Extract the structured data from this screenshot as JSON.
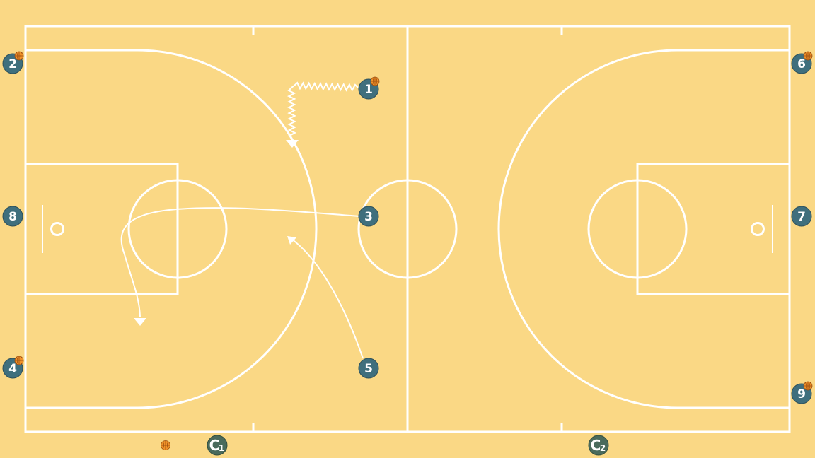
{
  "colors": {
    "court": "#fad885",
    "lines": "#ffffff",
    "player_fill": "#3f6f7d",
    "coach_fill": "#4a6b5c",
    "ball": "#f0922a"
  },
  "players": [
    {
      "id": "p1",
      "label": "1",
      "has_ball": true
    },
    {
      "id": "p2",
      "label": "2",
      "has_ball": true
    },
    {
      "id": "p3",
      "label": "3",
      "has_ball": false
    },
    {
      "id": "p4",
      "label": "4",
      "has_ball": true
    },
    {
      "id": "p5",
      "label": "5",
      "has_ball": false
    },
    {
      "id": "p6",
      "label": "6",
      "has_ball": true
    },
    {
      "id": "p7",
      "label": "7",
      "has_ball": false
    },
    {
      "id": "p8",
      "label": "8",
      "has_ball": false
    },
    {
      "id": "p9",
      "label": "9",
      "has_ball": true
    }
  ],
  "coaches": [
    {
      "id": "c1",
      "label": "C",
      "sub": "1"
    },
    {
      "id": "c2",
      "label": "C",
      "sub": "2"
    }
  ],
  "movements": [
    {
      "id": "dribble-1",
      "type": "dribble",
      "from": "player 1"
    },
    {
      "id": "cut-3",
      "type": "cut",
      "from": "player 3"
    },
    {
      "id": "cut-5",
      "type": "cut",
      "from": "player 5"
    }
  ]
}
